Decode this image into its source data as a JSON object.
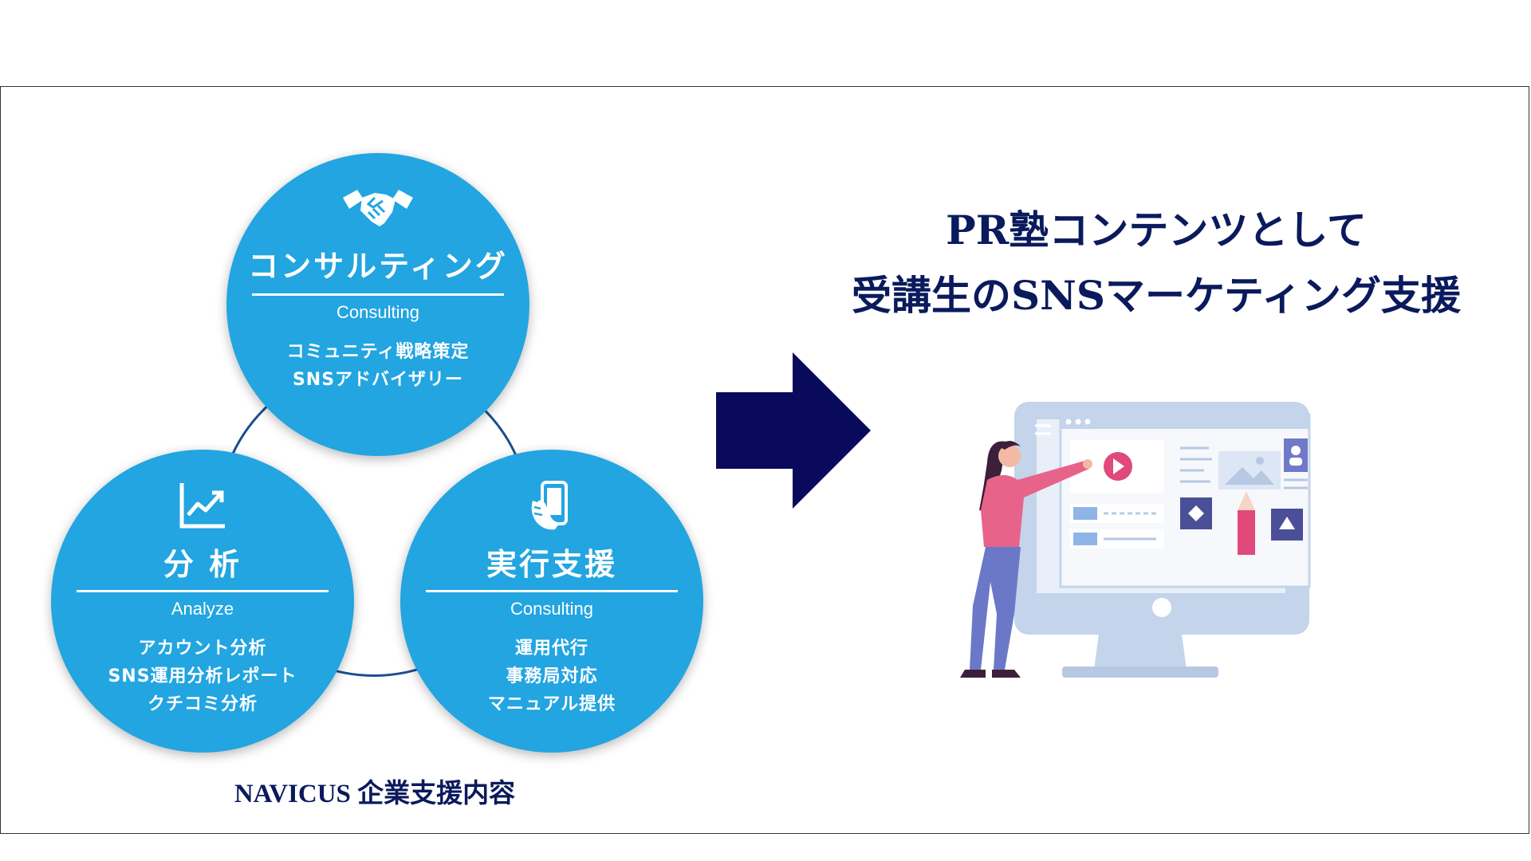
{
  "diagram": {
    "circles": [
      {
        "title": "コンサルティング",
        "subtitle": "Consulting",
        "items": [
          "コミュニティ戦略策定",
          "SNSアドバイザリー"
        ],
        "icon": "handshake-icon"
      },
      {
        "title": "分 析",
        "subtitle": "Analyze",
        "items": [
          "アカウント分析",
          "SNS運用分析レポート",
          "クチコミ分析"
        ],
        "icon": "chart-line-icon"
      },
      {
        "title": "実行支援",
        "subtitle": "Consulting",
        "items": [
          "運用代行",
          "事務局対応",
          "マニュアル提供"
        ],
        "icon": "smartphone-hand-icon"
      }
    ],
    "caption": "NAVICUS 企業支援内容",
    "circle_color": "#22a5e1",
    "ring_color": "#1b4f8f"
  },
  "arrow": {
    "icon": "right-arrow-icon",
    "color": "#0a0a5c"
  },
  "headline": {
    "line1": "PR塾コンテンツとして",
    "line2": "受講生のSNSマーケティング支援",
    "color": "#0a1a5c"
  },
  "illustration": {
    "icon": "woman-presenting-monitor-illustration"
  }
}
